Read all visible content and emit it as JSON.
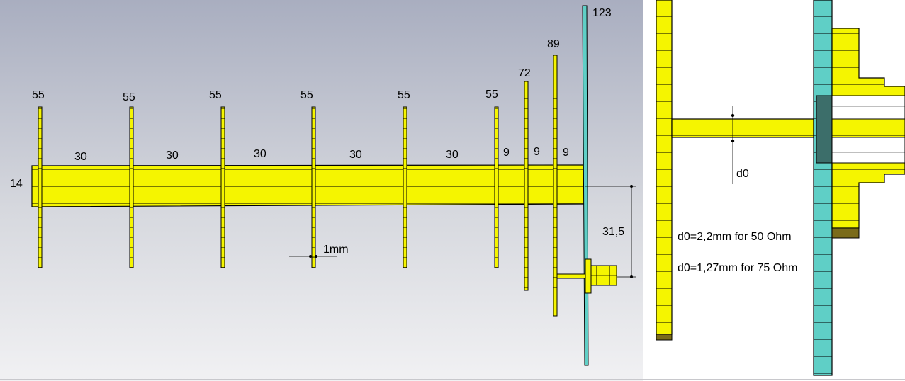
{
  "colors": {
    "metal": "#f5f500",
    "dielectric": "#5fcfc6",
    "outline": "#000000",
    "bore": "#ffffff"
  },
  "labels": {
    "boom_diameter": "14",
    "element_lengths": [
      "55",
      "55",
      "55",
      "55",
      "55",
      "55",
      "72",
      "89",
      "123"
    ],
    "spacings": [
      "30",
      "30",
      "30",
      "30",
      "30",
      "9",
      "9",
      "9"
    ],
    "element_thickness": "1mm",
    "feed_offset": "31,5",
    "d0": "d0",
    "d0_50ohm": "d0=2,2mm for 50 Ohm",
    "d0_75ohm": "d0=1,27mm for 75 Ohm"
  }
}
